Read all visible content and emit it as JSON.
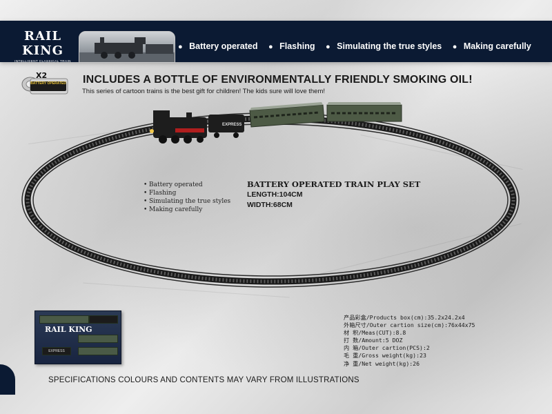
{
  "header": {
    "logo": {
      "name": "RAIL KING",
      "tagline": "INTELLIGENT CLASSICAL TRAIN"
    },
    "features": [
      "Battery operated",
      "Flashing",
      "Simulating the true styles",
      "Making carefully"
    ],
    "bullet_glyph": "●"
  },
  "badge": {
    "count": "X2",
    "label": "BATTERY OPERATED",
    "icon": "oil-bottle-icon"
  },
  "headline": "INCLUDES A BOTTLE OF ENVIRONMENTALLY FRIENDLY SMOKING OIL!",
  "subline": "This series of cartoon trains is the best gift for children! The kids sure will love them!",
  "train": {
    "tender_label": "EXPRESS",
    "colors": {
      "locomotive": "#1d1d1d",
      "coach": "#4d5a45",
      "coach_roof": "#9ba496",
      "track": "#2a2a2a"
    }
  },
  "features_list": [
    "Battery operated",
    "Flashing",
    "Simulating the true styles",
    "Making carefully"
  ],
  "play_set": {
    "title": "BATTERY OPERATED TRAIN PLAY SET",
    "length": "LENGTH:104CM",
    "width": "WIDTH:68CM"
  },
  "box": {
    "logo": "RAIL KING",
    "tender_label": "EXPRESS"
  },
  "specs": [
    "产品彩盒/Products box(cm):35.2x24.2x4",
    "外箱尺寸/Outer cartion size(cm):76x44x75",
    "材    积/Meas(CUT):8.8",
    "打    数/Amount:5 DOZ",
    "内    箱/Outer cartion(PCS):2",
    "毛    重/Gross weight(kg):23",
    "净    重/Net weight(kg):26"
  ],
  "footer": "SPECIFICATIONS COLOURS AND CONTENTS MAY VARY FROM ILLUSTRATIONS",
  "colors": {
    "navy": "#0b1a33",
    "text": "#1a1a1a"
  }
}
